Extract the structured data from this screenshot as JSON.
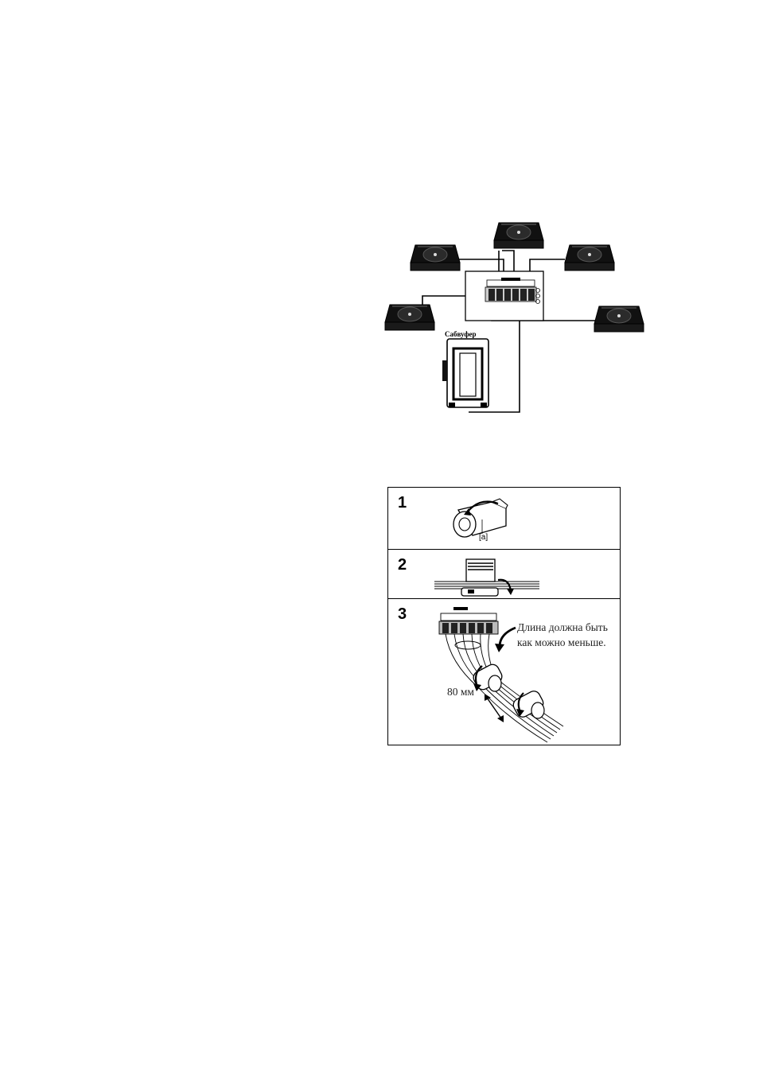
{
  "wiring_diagram": {
    "subwoofer_label": "Сабвуфер"
  },
  "ferrite_steps": {
    "steps": [
      {
        "number": "1",
        "marker": "[a]"
      },
      {
        "number": "2"
      },
      {
        "number": "3",
        "note": "Длина должна быть как можно меньше.",
        "distance": "80 мм"
      }
    ]
  }
}
